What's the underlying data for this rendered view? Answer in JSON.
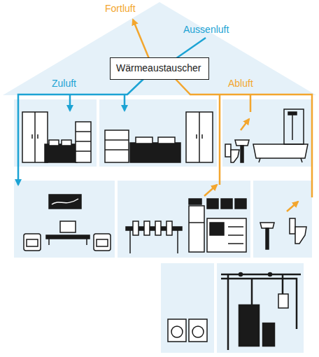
{
  "diagram": {
    "nodes": [
      {
        "text": [
          "Wärmeaustauscher"
        ]
      }
    ],
    "labels": [
      "Fortluft",
      "Aussenluft",
      "Zuluft",
      "Abluft"
    ]
  }
}
